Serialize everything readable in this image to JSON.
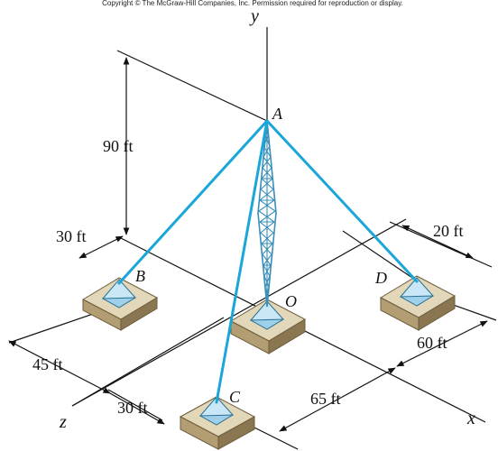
{
  "copyright": "Copyright © The McGraw-Hill Companies, Inc. Permission required for reproduction or display.",
  "axes": {
    "x": "x",
    "y": "y",
    "z": "z"
  },
  "points": {
    "A": "A",
    "B": "B",
    "C": "C",
    "D": "D",
    "O": "O"
  },
  "dimensions": {
    "height_AO": "90 ft",
    "B_offset_x": "30 ft",
    "D_offset_x": "20 ft",
    "B_offset_z": "45 ft",
    "D_offset_z": "60 ft",
    "C_offset_x": "30 ft",
    "C_offset_z": "65 ft"
  },
  "colors": {
    "cable": "#1aa6d8",
    "tower": "#3a8fb8",
    "base_top": "#e2d7b8",
    "base_side": "#b39d72",
    "base_side_dark": "#8a7650",
    "anchor": "#9fd0ea",
    "line": "#111111"
  }
}
